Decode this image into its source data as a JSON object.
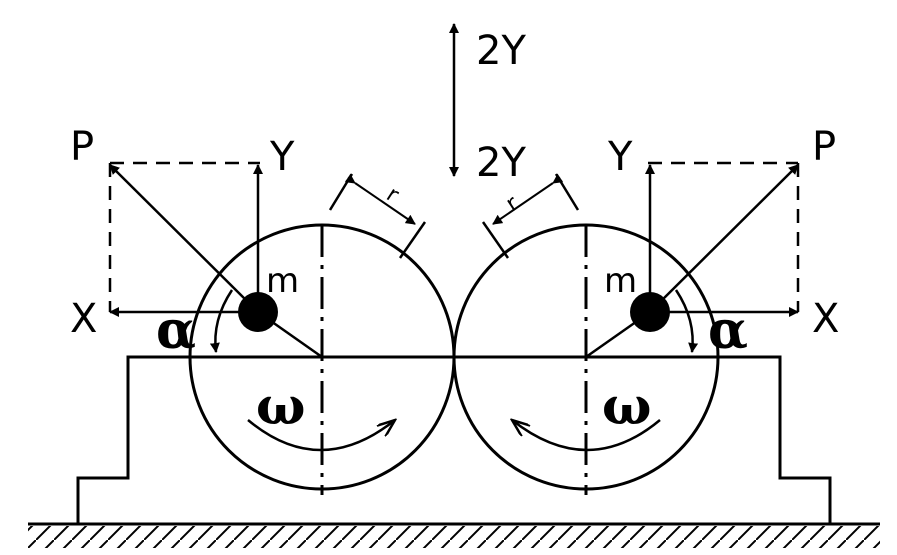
{
  "labels": {
    "force_up": "2Y",
    "force_down": "2Y",
    "left": {
      "p": "P",
      "y": "Y",
      "x": "X",
      "m": "m",
      "alpha": "α",
      "omega": "ω",
      "r": "r"
    },
    "right": {
      "p": "P",
      "y": "Y",
      "x": "X",
      "m": "m",
      "alpha": "α",
      "omega": "ω",
      "r": "r"
    }
  },
  "colors": {
    "ink": "#000000",
    "background": "#ffffff"
  }
}
